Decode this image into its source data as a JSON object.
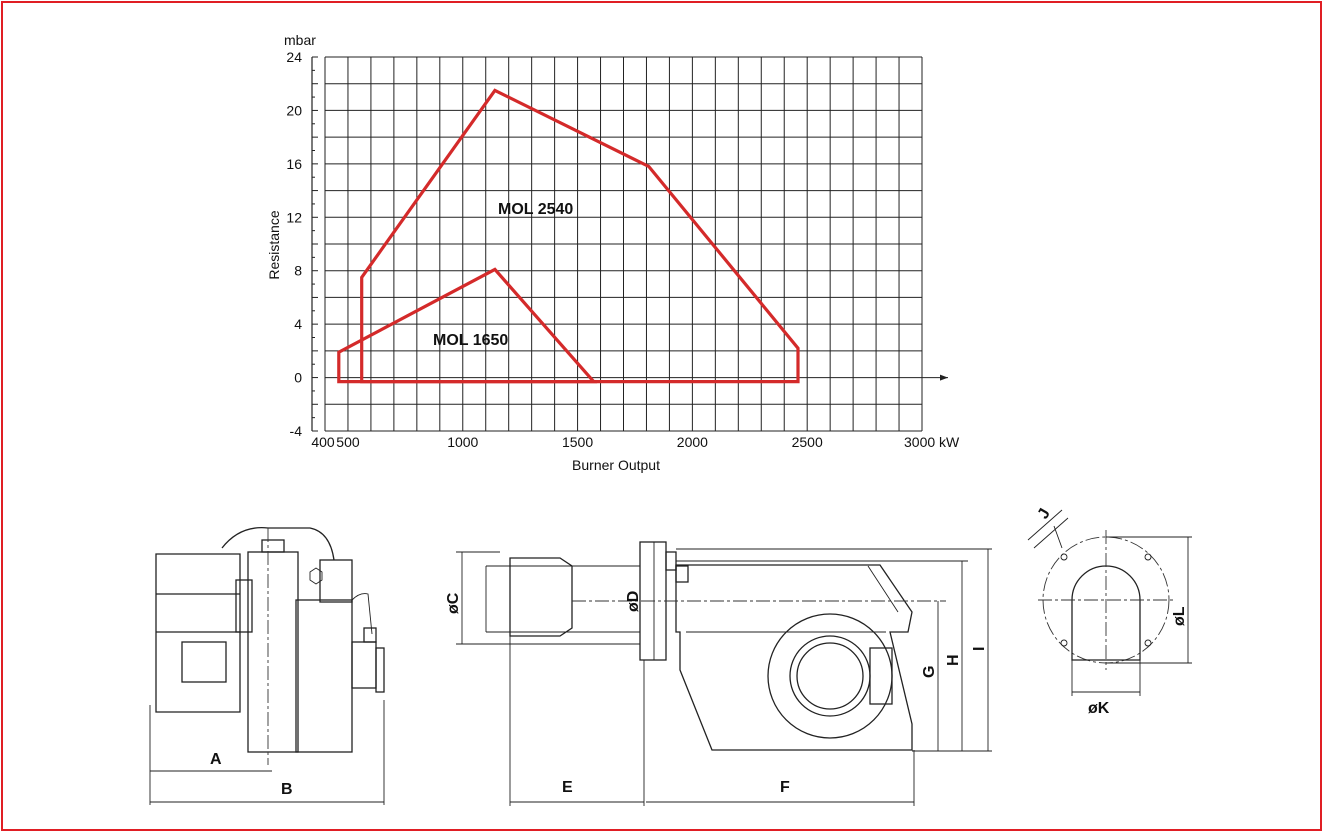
{
  "chart_data": {
    "type": "area",
    "ylabel_unit": "mbar",
    "ylabel": "Resistance",
    "xlabel": "Burner Output",
    "x_ticks": [
      "400",
      "500",
      "1000",
      "1500",
      "2000",
      "2500",
      "3000 kW"
    ],
    "x_tick_values": [
      400,
      500,
      1000,
      1500,
      2000,
      2500,
      3000
    ],
    "y_ticks": [
      "24",
      "20",
      "16",
      "12",
      "8",
      "4",
      "0",
      "-4"
    ],
    "y_tick_values": [
      24,
      20,
      16,
      12,
      8,
      4,
      0,
      -4
    ],
    "xlim": [
      400,
      3000
    ],
    "ylim": [
      -4,
      24
    ],
    "grid": true,
    "series": [
      {
        "name": "MOL 2540",
        "points": [
          [
            560,
            -0.3
          ],
          [
            560,
            7.5
          ],
          [
            1140,
            21.5
          ],
          [
            1810,
            15.8
          ],
          [
            2460,
            2.2
          ],
          [
            2460,
            -0.3
          ]
        ]
      },
      {
        "name": "MOL 1650",
        "points": [
          [
            460,
            -0.3
          ],
          [
            460,
            1.9
          ],
          [
            1140,
            8.1
          ],
          [
            1570,
            -0.3
          ]
        ]
      }
    ],
    "line_color": "#d42a2a"
  },
  "drawings": {
    "side_view": {
      "dims": [
        "A",
        "B"
      ]
    },
    "front_view": {
      "dims": [
        "øC",
        "øD",
        "E",
        "F",
        "G",
        "H",
        "I"
      ]
    },
    "flange_view": {
      "dims": [
        "J",
        "øL",
        "øK"
      ]
    }
  }
}
